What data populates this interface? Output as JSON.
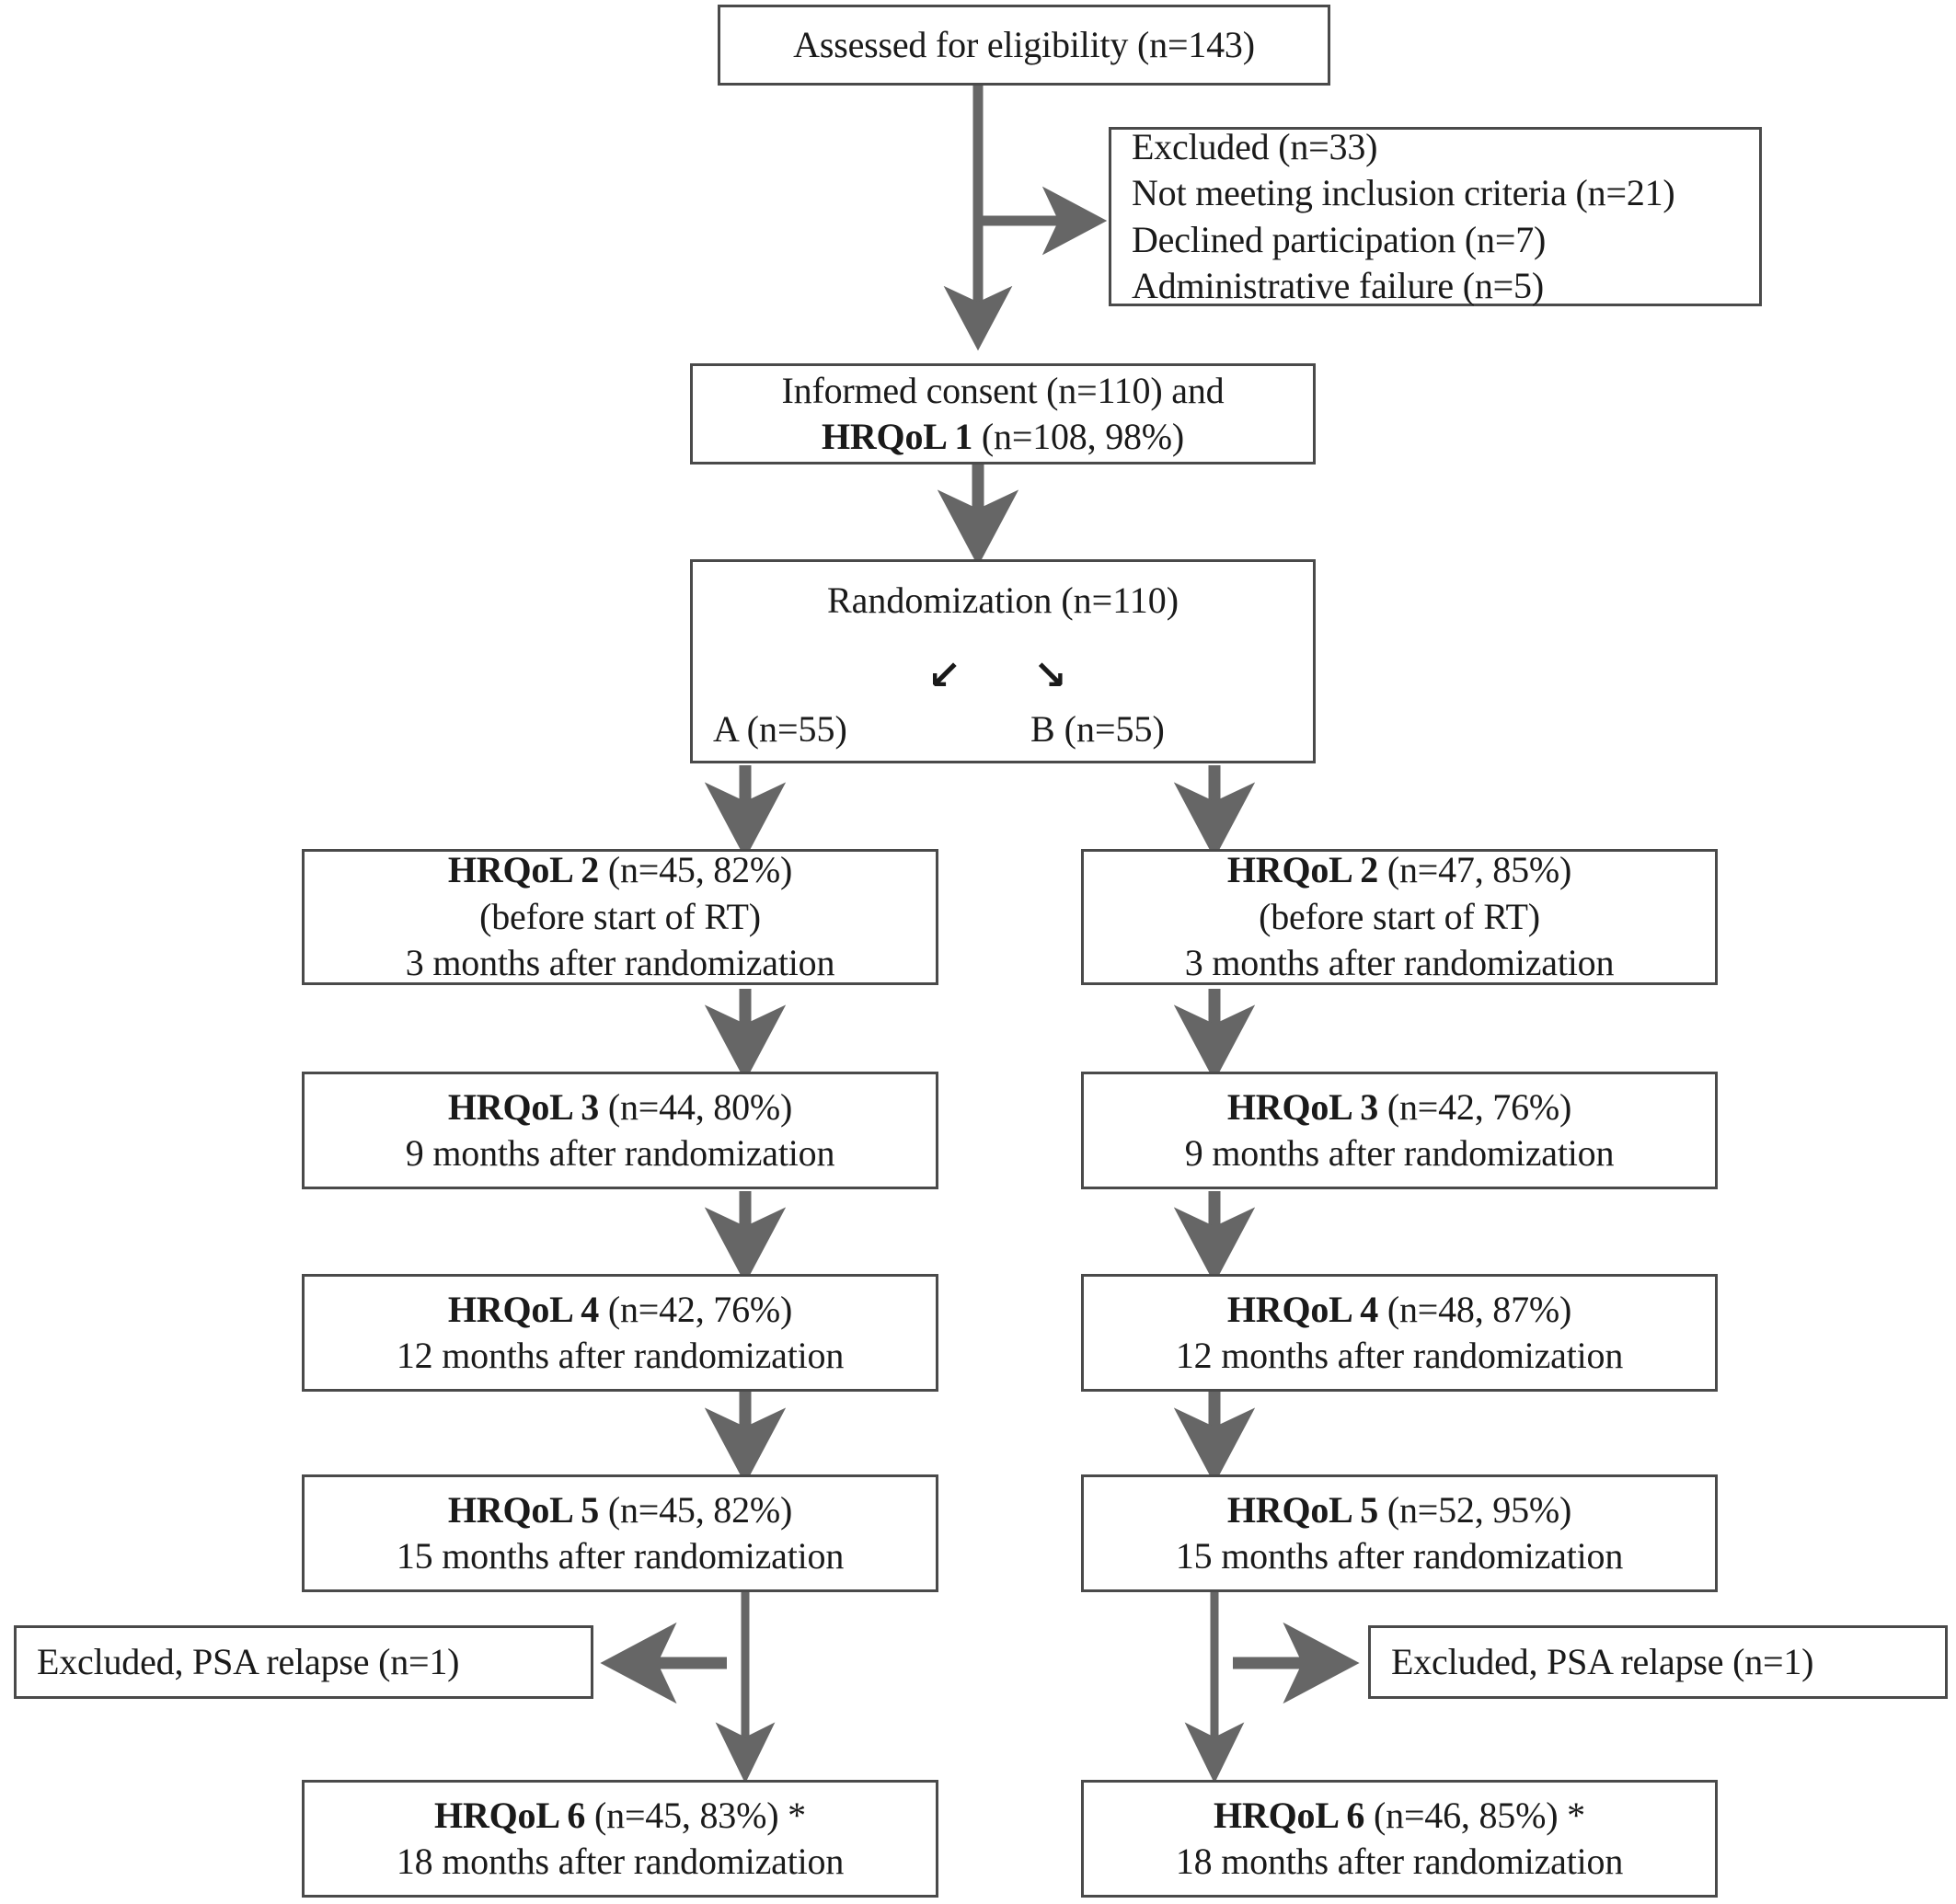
{
  "diagram": {
    "title": "CONSORT participant flow diagram",
    "colors": {
      "box_border": "#4a4a4a",
      "arrow": "#666666",
      "text": "#1a1a1a",
      "background": "#ffffff"
    },
    "nodes": {
      "eligibility": {
        "line1": "Assessed for eligibility (n=143)"
      },
      "excluded": {
        "line1": "Excluded (n=33)",
        "line2": "Not meeting inclusion criteria (n=21)",
        "line3": "Declined participation (n=7)",
        "line4": "Administrative failure (n=5)"
      },
      "consent": {
        "line1": "Informed consent (n=110) and",
        "line2_bold": "HRQoL 1",
        "line2_rest": " (n=108, 98%)"
      },
      "randomization": {
        "title": "Randomization (n=110)",
        "arrow_left_glyph": "↙",
        "arrow_right_glyph": "↘",
        "label_left": "A (n=55)",
        "label_right": "B (n=55)"
      },
      "left_hrqol2": {
        "line1_bold": "HRQoL 2",
        "line1_rest": " (n=45, 82%)",
        "line2": "(before start of RT)",
        "line3": "3 months after randomization"
      },
      "right_hrqol2": {
        "line1_bold": "HRQoL 2",
        "line1_rest": " (n=47, 85%)",
        "line2": "(before start of RT)",
        "line3": "3 months after randomization"
      },
      "left_hrqol3": {
        "line1_bold": "HRQoL 3",
        "line1_rest": " (n=44, 80%)",
        "line2": "9 months after randomization"
      },
      "right_hrqol3": {
        "line1_bold": "HRQoL 3",
        "line1_rest": " (n=42, 76%)",
        "line2": "9 months after randomization"
      },
      "left_hrqol4": {
        "line1_bold": "HRQoL 4",
        "line1_rest": " (n=42, 76%)",
        "line2": "12 months after randomization"
      },
      "right_hrqol4": {
        "line1_bold": "HRQoL 4",
        "line1_rest": " (n=48, 87%)",
        "line2": "12 months after randomization"
      },
      "left_hrqol5": {
        "line1_bold": "HRQoL 5",
        "line1_rest": " (n=45, 82%)",
        "line2": "15 months after randomization"
      },
      "right_hrqol5": {
        "line1_bold": "HRQoL 5",
        "line1_rest": " (n=52, 95%)",
        "line2": "15 months after randomization"
      },
      "left_psa": {
        "line1": "Excluded, PSA relapse (n=1)"
      },
      "right_psa": {
        "line1": "Excluded, PSA relapse (n=1)"
      },
      "left_hrqol6": {
        "line1_bold": "HRQoL 6",
        "line1_rest": " (n=45, 83%) *",
        "line2": "18 months after randomization"
      },
      "right_hrqol6": {
        "line1_bold": "HRQoL 6",
        "line1_rest": " (n=46, 85%) *",
        "line2": "18 months after randomization"
      }
    }
  },
  "chart_data": {
    "type": "diagram",
    "title": "CONSORT flow diagram of HRQoL assessments",
    "flow": [
      {
        "id": "eligibility",
        "label": "Assessed for eligibility",
        "n": 143
      },
      {
        "id": "excluded",
        "label": "Excluded",
        "n": 33,
        "reasons": [
          {
            "label": "Not meeting inclusion criteria",
            "n": 21
          },
          {
            "label": "Declined participation",
            "n": 7
          },
          {
            "label": "Administrative failure",
            "n": 5
          }
        ]
      },
      {
        "id": "consent",
        "label": "Informed consent",
        "n": 110,
        "assessment": {
          "label": "HRQoL 1",
          "n": 108,
          "pct": 98
        }
      },
      {
        "id": "randomization",
        "label": "Randomization",
        "n": 110,
        "arms": [
          {
            "label": "A",
            "n": 55
          },
          {
            "label": "B",
            "n": 55
          }
        ]
      }
    ],
    "arms": [
      {
        "name": "A",
        "n": 55,
        "assessments": [
          {
            "label": "HRQoL 2",
            "n": 45,
            "pct": 82,
            "note": "(before start of RT)",
            "timepoint_months": 3
          },
          {
            "label": "HRQoL 3",
            "n": 44,
            "pct": 80,
            "timepoint_months": 9
          },
          {
            "label": "HRQoL 4",
            "n": 42,
            "pct": 76,
            "timepoint_months": 12
          },
          {
            "label": "HRQoL 5",
            "n": 45,
            "pct": 82,
            "timepoint_months": 15
          },
          {
            "label": "HRQoL 6",
            "n": 45,
            "pct": 83,
            "timepoint_months": 18,
            "footnote": "*"
          }
        ],
        "exclusions": [
          {
            "label": "Excluded, PSA relapse",
            "n": 1
          }
        ]
      },
      {
        "name": "B",
        "n": 55,
        "assessments": [
          {
            "label": "HRQoL 2",
            "n": 47,
            "pct": 85,
            "note": "(before start of RT)",
            "timepoint_months": 3
          },
          {
            "label": "HRQoL 3",
            "n": 42,
            "pct": 76,
            "timepoint_months": 9
          },
          {
            "label": "HRQoL 4",
            "n": 48,
            "pct": 87,
            "timepoint_months": 12
          },
          {
            "label": "HRQoL 5",
            "n": 52,
            "pct": 95,
            "timepoint_months": 15
          },
          {
            "label": "HRQoL 6",
            "n": 46,
            "pct": 85,
            "timepoint_months": 18,
            "footnote": "*"
          }
        ],
        "exclusions": [
          {
            "label": "Excluded, PSA relapse",
            "n": 1
          }
        ]
      }
    ]
  }
}
